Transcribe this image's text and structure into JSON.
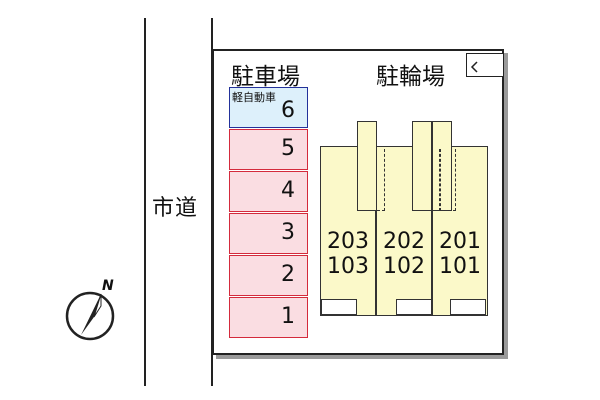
{
  "road": {
    "label": "市道"
  },
  "parking": {
    "label": "駐車場",
    "spaces": [
      {
        "number": "6",
        "tag": "軽自動車"
      },
      {
        "number": "5"
      },
      {
        "number": "4"
      },
      {
        "number": "3"
      },
      {
        "number": "2"
      },
      {
        "number": "1"
      }
    ]
  },
  "bicycle_parking": {
    "label": "駐輪場"
  },
  "building": {
    "units": [
      {
        "upper": "203",
        "lower": "103"
      },
      {
        "upper": "202",
        "lower": "102"
      },
      {
        "upper": "201",
        "lower": "101"
      }
    ]
  },
  "compass": {
    "label": "N"
  },
  "colors": {
    "parking_fill": "#fadde2",
    "parking_border": "#d42a3c",
    "kei_fill": "#ddf0fb",
    "kei_border": "#23319a",
    "building_fill": "#fbf9c9"
  }
}
